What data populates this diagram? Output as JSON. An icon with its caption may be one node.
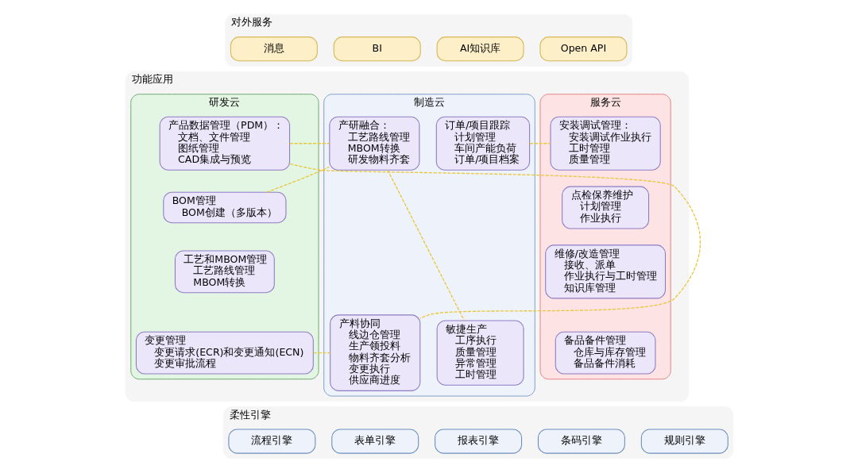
{
  "diagram": {
    "nodes": [
      {
        "text": [
          "对外服务"
        ]
      },
      {
        "text": [
          "消息"
        ],
        "in": 0
      },
      {
        "text": [
          "BI"
        ],
        "in": 0
      },
      {
        "text": [
          "AI知识库"
        ],
        "in": 0
      },
      {
        "text": [
          "Open API"
        ],
        "in": 0
      },
      {
        "text": [
          "功能应用"
        ]
      },
      {
        "text": [
          "研发云"
        ],
        "in": 5
      },
      {
        "text": [
          "产品数据管理（PDM）：",
          "文档、文件管理",
          "图纸管理",
          "CAD集成与预览"
        ],
        "in": 6
      },
      {
        "text": [
          "BOM管理",
          "BOM创建（多版本）"
        ],
        "in": 6
      },
      {
        "text": [
          "工艺和MBOM管理",
          "工艺路线管理",
          "MBOM转换"
        ],
        "in": 6
      },
      {
        "text": [
          "变更管理",
          "变更请求(ECR)和变更通知(ECN)",
          "变更审批流程"
        ],
        "in": 6
      },
      {
        "text": [
          "制造云"
        ],
        "in": 5
      },
      {
        "text": [
          "产研融合：",
          "工艺路线管理",
          "MBOM转换",
          "研发物料齐套"
        ],
        "in": 11
      },
      {
        "text": [
          "订单/项目跟踪",
          "计划管理",
          "车间产能负荷",
          "订单/项目档案"
        ],
        "in": 11
      },
      {
        "text": [
          "产料协同",
          "线边仓管理",
          "生产领投料",
          "物料齐套分析",
          "变更执行",
          "供应商进度"
        ],
        "in": 11
      },
      {
        "text": [
          "敏捷生产",
          "工序执行",
          "质量管理",
          "异常管理",
          "工时管理"
        ],
        "in": 11
      },
      {
        "text": [
          "服务云"
        ],
        "in": 5
      },
      {
        "text": [
          "安装调试管理：",
          "安装调试作业执行",
          "工时管理",
          "质量管理"
        ],
        "in": 16
      },
      {
        "text": [
          "点检保养维护",
          "计划管理",
          "作业执行"
        ],
        "in": 16
      },
      {
        "text": [
          "维修/改造管理",
          "接收、派单",
          "作业执行与工时管理",
          "知识库管理"
        ],
        "in": 16
      },
      {
        "text": [
          "备品备件管理",
          "仓库与库存管理",
          "备品备件消耗"
        ],
        "in": 16
      },
      {
        "text": [
          "柔性引擎"
        ]
      },
      {
        "text": [
          "流程引擎"
        ],
        "in": 21
      },
      {
        "text": [
          "表单引擎"
        ],
        "in": 21
      },
      {
        "text": [
          "报表引擎"
        ],
        "in": 21
      },
      {
        "text": [
          "条码引擎"
        ],
        "in": 21
      },
      {
        "text": [
          "规则引擎"
        ],
        "in": 21
      }
    ],
    "edges": [
      {
        "from": 7,
        "to": 12,
        "arrow": "none",
        "style": "dashed"
      },
      {
        "from": 7,
        "to": 14,
        "arrow": "none",
        "style": "dashed"
      },
      {
        "from": 8,
        "to": 12,
        "arrow": "none",
        "style": "dashed"
      },
      {
        "from": 10,
        "to": 14,
        "arrow": "none",
        "style": "dashed"
      },
      {
        "from": 12,
        "to": 15,
        "arrow": "none",
        "style": "dashed"
      },
      {
        "from": 13,
        "to": 17,
        "arrow": "none",
        "style": "dashed"
      }
    ]
  }
}
